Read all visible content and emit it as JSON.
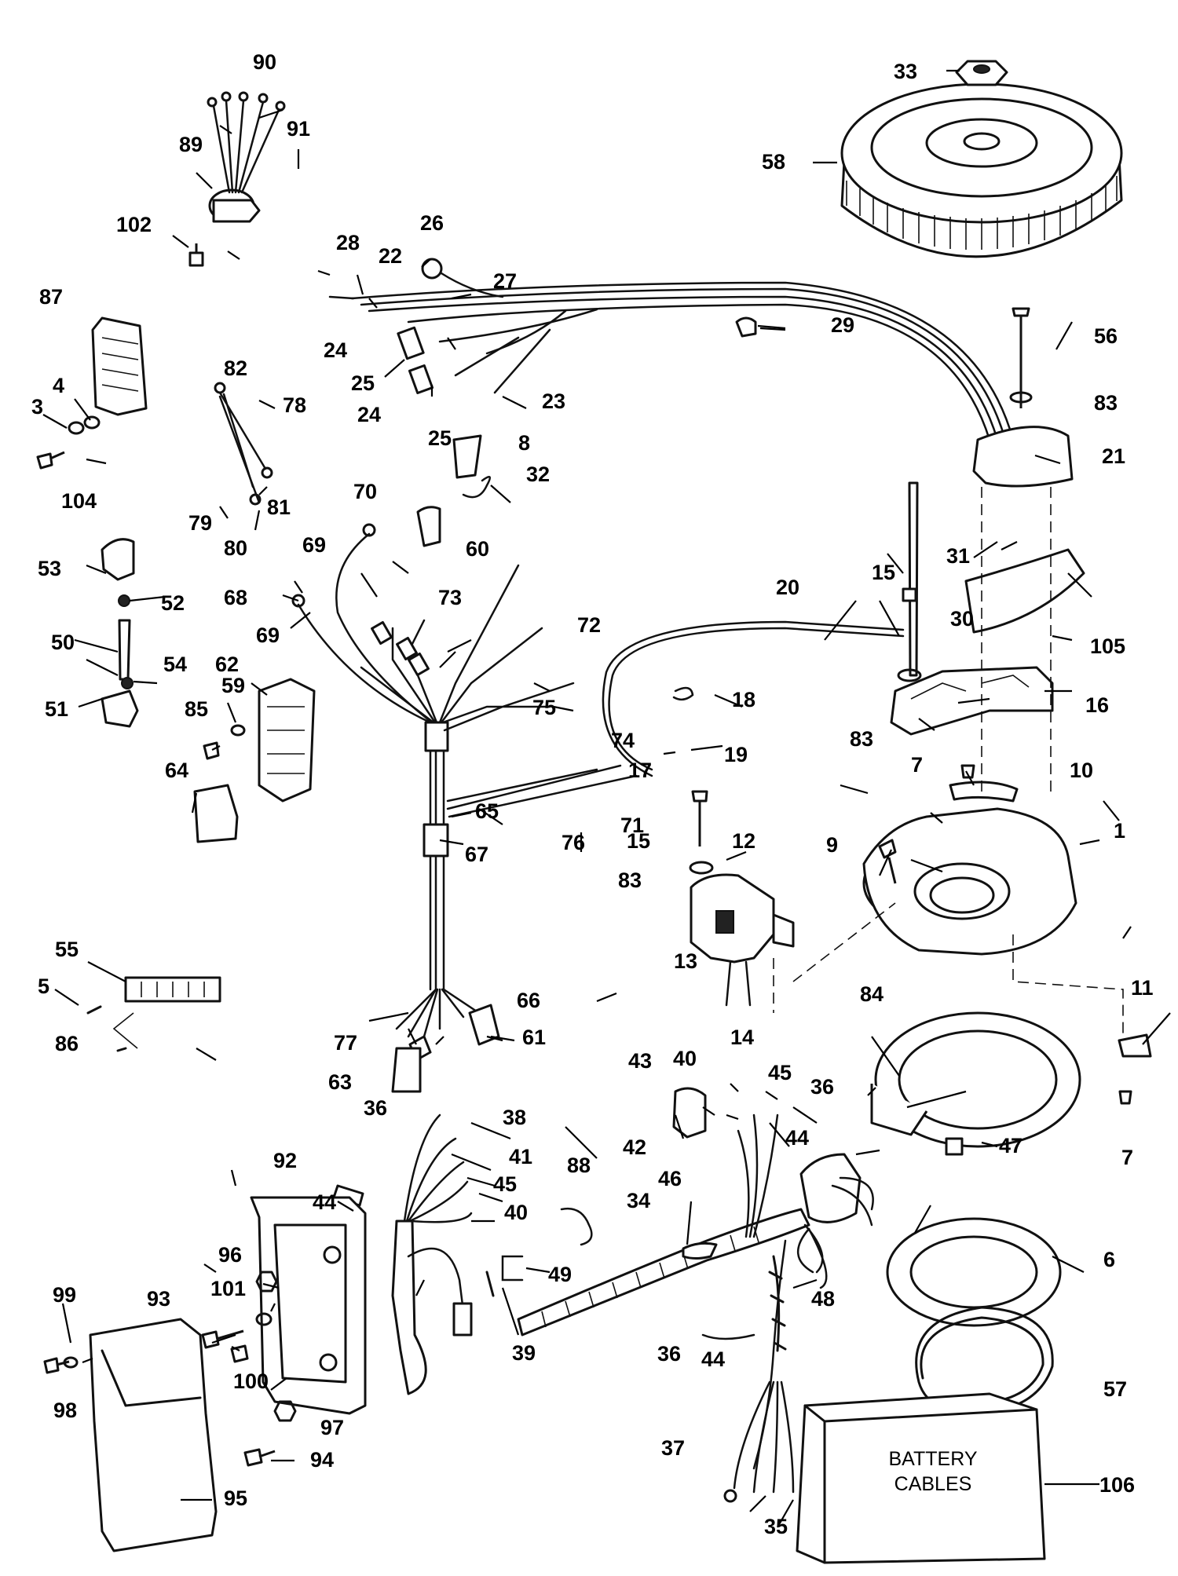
{
  "callouts": [
    "1",
    "3",
    "4",
    "5",
    "6",
    "7",
    "8",
    "9",
    "10",
    "11",
    "12",
    "13",
    "14",
    "15",
    "16",
    "17",
    "18",
    "19",
    "20",
    "21",
    "22",
    "23",
    "24",
    "25",
    "26",
    "27",
    "28",
    "29",
    "30",
    "31",
    "32",
    "33",
    "34",
    "35",
    "36",
    "37",
    "38",
    "39",
    "40",
    "41",
    "42",
    "43",
    "44",
    "45",
    "46",
    "47",
    "48",
    "49",
    "50",
    "51",
    "52",
    "53",
    "54",
    "55",
    "56",
    "57",
    "58",
    "59",
    "60",
    "61",
    "62",
    "63",
    "64",
    "65",
    "66",
    "67",
    "68",
    "69",
    "70",
    "71",
    "72",
    "73",
    "74",
    "75",
    "76",
    "77",
    "78",
    "79",
    "80",
    "81",
    "82",
    "83",
    "84",
    "85",
    "86",
    "87",
    "88",
    "89",
    "90",
    "91",
    "93",
    "92",
    "94",
    "95",
    "96",
    "97",
    "98",
    "99",
    "100",
    "101",
    "102",
    "104",
    "105",
    "106"
  ],
  "battery_box": {
    "line1": "BATTERY",
    "line2": "CABLES"
  }
}
